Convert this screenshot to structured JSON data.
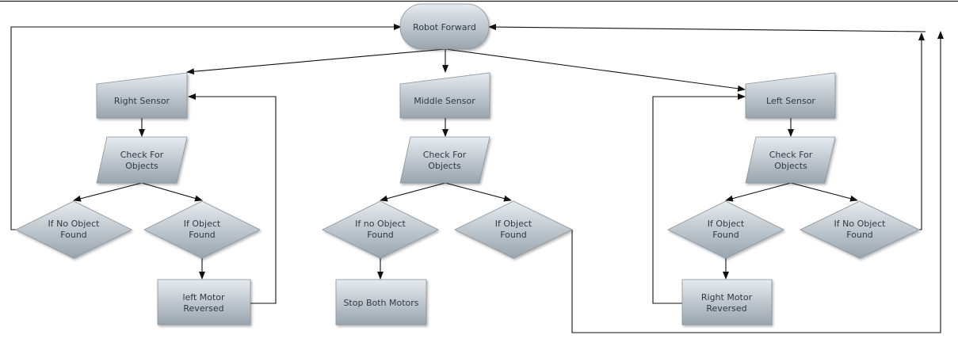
{
  "nodes": {
    "robot_forward": "Robot Forward",
    "right_sensor": "Right Sensor",
    "middle_sensor": "Middle Sensor",
    "left_sensor": "Left Sensor",
    "check_right": [
      "Check For",
      "Objects"
    ],
    "check_middle": [
      "Check For",
      "Objects"
    ],
    "check_left": [
      "Check For",
      "Objects"
    ],
    "right_no_object": [
      "If No Object",
      "Found"
    ],
    "right_object": [
      "If Object",
      "Found"
    ],
    "middle_no_object": [
      "If no Object",
      "Found"
    ],
    "middle_object": [
      "If Object",
      "Found"
    ],
    "left_object": [
      "If Object",
      "Found"
    ],
    "left_no_object": [
      "If No Object",
      "Found"
    ],
    "left_motor_reversed": [
      "left Motor",
      "Reversed"
    ],
    "stop_both_motors": "Stop Both Motors",
    "right_motor_reversed": [
      "Right Motor",
      "Reversed"
    ]
  },
  "colors": {
    "node_top": "#e6ebef",
    "node_bottom": "#99a4ad",
    "text": "#2f3a45",
    "edge": "#111111"
  }
}
